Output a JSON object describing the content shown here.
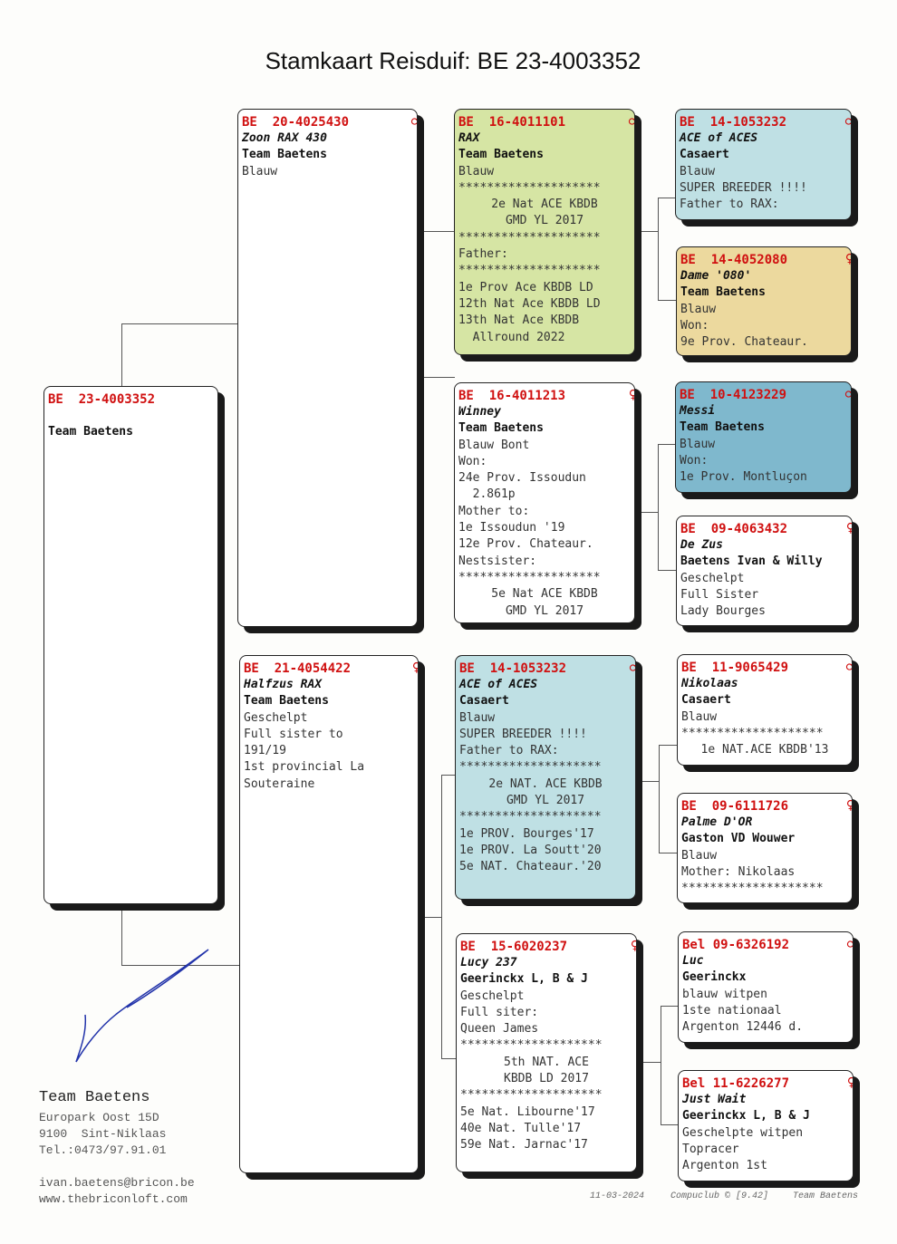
{
  "title": "Stamkaart Reisduif: BE  23-4003352",
  "cards": {
    "subject": {
      "hd": "BE  23-4003352",
      "sex": "",
      "lines": [
        {
          "t": ""
        },
        {
          "t": "Team Baetens",
          "c": "ow"
        }
      ]
    },
    "p1": {
      "hd": "BE  20-4025430",
      "sex": "♂",
      "lines": [
        {
          "t": "Zoon RAX 430",
          "c": "nm"
        },
        {
          "t": "Team Baetens",
          "c": "ow"
        },
        {
          "t": "Blauw"
        }
      ]
    },
    "p2": {
      "hd": "BE  21-4054422",
      "sex": "♀",
      "lines": [
        {
          "t": "Halfzus RAX",
          "c": "nm"
        },
        {
          "t": "Team Baetens",
          "c": "ow"
        },
        {
          "t": "Geschelpt"
        },
        {
          "t": "Full sister to"
        },
        {
          "t": "191/19"
        },
        {
          "t": "1st provincial La"
        },
        {
          "t": "Souteraine"
        }
      ]
    },
    "g1": {
      "hd": "BE  16-4011101",
      "sex": "♂",
      "lines": [
        {
          "t": "RAX",
          "c": "nm"
        },
        {
          "t": "Team Baetens",
          "c": "ow"
        },
        {
          "t": "Blauw"
        },
        {
          "t": "********************"
        },
        {
          "t": "2e Nat ACE KBDB",
          "c": "cx"
        },
        {
          "t": "GMD YL 2017",
          "c": "cx"
        },
        {
          "t": "********************"
        },
        {
          "t": "Father:"
        },
        {
          "t": "********************"
        },
        {
          "t": "1e Prov Ace KBDB LD"
        },
        {
          "t": "12th Nat Ace KBDB LD"
        },
        {
          "t": "13th Nat Ace KBDB"
        },
        {
          "t": "  Allround 2022"
        }
      ]
    },
    "g2": {
      "hd": "BE  16-4011213",
      "sex": "♀",
      "lines": [
        {
          "t": "Winney",
          "c": "nm"
        },
        {
          "t": "Team Baetens",
          "c": "ow"
        },
        {
          "t": "Blauw Bont"
        },
        {
          "t": "Won:"
        },
        {
          "t": "24e Prov. Issoudun"
        },
        {
          "t": "  2.861p"
        },
        {
          "t": "Mother to:"
        },
        {
          "t": "1e Issoudun '19"
        },
        {
          "t": "12e Prov. Chateaur."
        },
        {
          "t": "Nestsister:"
        },
        {
          "t": "********************"
        },
        {
          "t": "5e Nat ACE KBDB",
          "c": "cx"
        },
        {
          "t": "GMD YL 2017",
          "c": "cx"
        }
      ]
    },
    "g3": {
      "hd": "BE  14-1053232",
      "sex": "♂",
      "lines": [
        {
          "t": "ACE of ACES",
          "c": "nm"
        },
        {
          "t": "Casaert",
          "c": "ow"
        },
        {
          "t": "Blauw"
        },
        {
          "t": "SUPER BREEDER !!!!"
        },
        {
          "t": "Father to RAX:"
        },
        {
          "t": "********************"
        },
        {
          "t": "2e NAT. ACE KBDB",
          "c": "cx"
        },
        {
          "t": "GMD YL 2017",
          "c": "cx"
        },
        {
          "t": "********************"
        },
        {
          "t": "1e PROV. Bourges'17"
        },
        {
          "t": "1e PROV. La Soutt'20"
        },
        {
          "t": "5e NAT. Chateaur.'20"
        }
      ]
    },
    "g4": {
      "hd": "BE  15-6020237",
      "sex": "♀",
      "lines": [
        {
          "t": "Lucy 237",
          "c": "nm"
        },
        {
          "t": "Geerinckx L, B & J",
          "c": "ow"
        },
        {
          "t": "Geschelpt"
        },
        {
          "t": "Full siter:"
        },
        {
          "t": "Queen James"
        },
        {
          "t": "********************"
        },
        {
          "t": "5th NAT. ACE",
          "c": "cx"
        },
        {
          "t": "KBDB LD 2017",
          "c": "cx"
        },
        {
          "t": "********************"
        },
        {
          "t": "5e Nat. Libourne'17"
        },
        {
          "t": "40e Nat. Tulle'17"
        },
        {
          "t": "59e Nat. Jarnac'17"
        }
      ]
    },
    "gg1": {
      "hd": "BE  14-1053232",
      "sex": "♂",
      "lines": [
        {
          "t": "ACE of ACES",
          "c": "nm"
        },
        {
          "t": "Casaert",
          "c": "ow"
        },
        {
          "t": "Blauw"
        },
        {
          "t": "SUPER BREEDER !!!!"
        },
        {
          "t": "Father to RAX:"
        }
      ]
    },
    "gg2": {
      "hd": "BE  14-4052080",
      "sex": "♀",
      "lines": [
        {
          "t": "Dame '080'",
          "c": "nm"
        },
        {
          "t": "Team Baetens",
          "c": "ow"
        },
        {
          "t": "Blauw"
        },
        {
          "t": "Won:"
        },
        {
          "t": "9e Prov. Chateaur."
        }
      ]
    },
    "gg3": {
      "hd": "BE  10-4123229",
      "sex": "♂",
      "lines": [
        {
          "t": "Messi",
          "c": "nm"
        },
        {
          "t": "Team Baetens",
          "c": "ow"
        },
        {
          "t": "Blauw"
        },
        {
          "t": "Won:"
        },
        {
          "t": "1e Prov. Montluçon"
        }
      ]
    },
    "gg4": {
      "hd": "BE  09-4063432",
      "sex": "♀",
      "lines": [
        {
          "t": "De Zus",
          "c": "nm"
        },
        {
          "t": "Baetens Ivan & Willy",
          "c": "ow"
        },
        {
          "t": "Geschelpt"
        },
        {
          "t": "Full Sister"
        },
        {
          "t": "Lady Bourges"
        }
      ]
    },
    "gg5": {
      "hd": "BE  11-9065429",
      "sex": "♂",
      "lines": [
        {
          "t": "Nikolaas",
          "c": "nm"
        },
        {
          "t": "Casaert",
          "c": "ow"
        },
        {
          "t": "Blauw"
        },
        {
          "t": "********************"
        },
        {
          "t": "1e NAT.ACE KBDB'13",
          "c": "cx"
        }
      ]
    },
    "gg6": {
      "hd": "BE  09-6111726",
      "sex": "♀",
      "lines": [
        {
          "t": "Palme D'OR",
          "c": "nm"
        },
        {
          "t": "Gaston VD Wouwer",
          "c": "ow"
        },
        {
          "t": "Blauw"
        },
        {
          "t": "Mother: Nikolaas"
        },
        {
          "t": "********************"
        }
      ]
    },
    "gg7": {
      "hd": "Bel 09-6326192",
      "sex": "♂",
      "lines": [
        {
          "t": "Luc",
          "c": "nm"
        },
        {
          "t": "Geerinckx",
          "c": "ow"
        },
        {
          "t": "blauw witpen"
        },
        {
          "t": "1ste nationaal"
        },
        {
          "t": "Argenton 12446 d."
        }
      ]
    },
    "gg8": {
      "hd": "Bel 11-6226277",
      "sex": "♀",
      "lines": [
        {
          "t": "Just Wait",
          "c": "nm"
        },
        {
          "t": "Geerinckx L, B & J",
          "c": "ow"
        },
        {
          "t": "Geschelpte witpen"
        },
        {
          "t": "Topracer"
        },
        {
          "t": "Argenton 1st"
        }
      ]
    }
  },
  "breeder": {
    "name": "Team Baetens",
    "address1": "Europark Oost 15D",
    "address2": "9100  Sint-Niklaas",
    "phone": "Tel.:0473/97.91.01",
    "email": "ivan.baetens@bricon.be",
    "web": "www.thebriconloft.com"
  },
  "footer": {
    "date": "11-03-2024",
    "software": "Compuclub © [9.42]",
    "owner": "Team Baetens"
  }
}
